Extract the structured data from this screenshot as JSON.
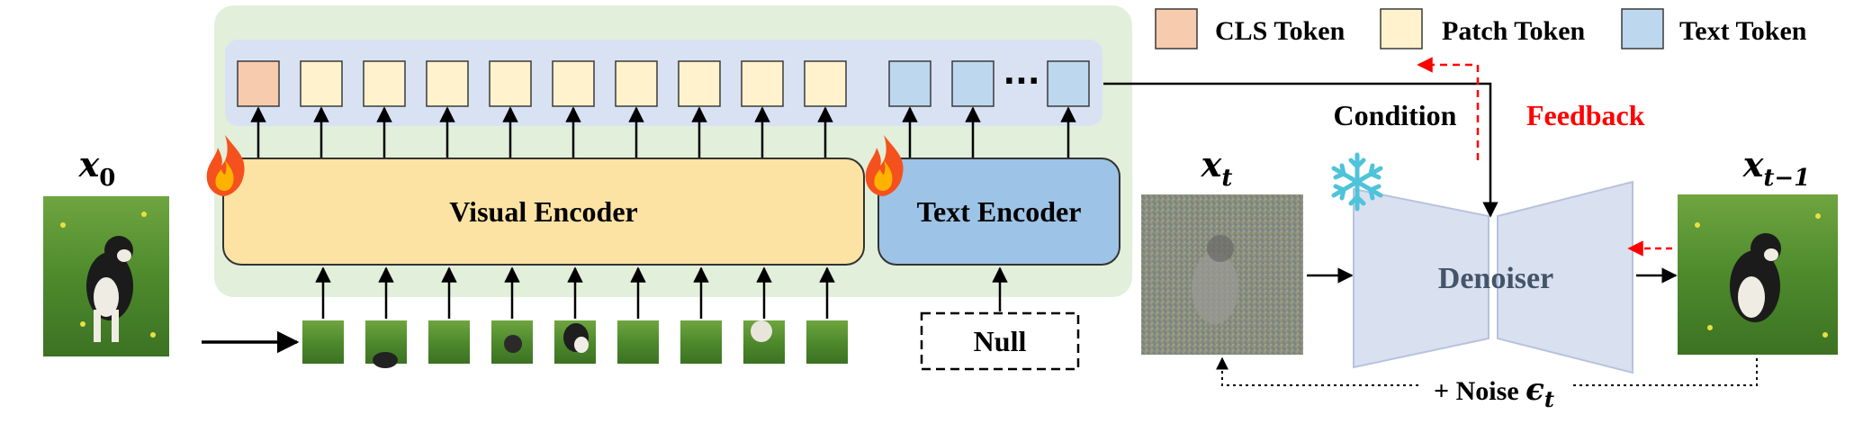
{
  "legend": {
    "cls": "CLS Token",
    "patch": "Patch Token",
    "text": "Text Token"
  },
  "labels": {
    "visual_encoder": "Visual Encoder",
    "text_encoder": "Text Encoder",
    "null": "Null",
    "condition": "Condition",
    "feedback": "Feedback",
    "denoiser": "Denoiser",
    "noise": "+ Noise",
    "ellipsis": "···"
  },
  "math": {
    "x0_base": "x",
    "x0_sub": "0",
    "xt_base": "x",
    "xt_sub": "t",
    "xt1_base": "x",
    "xt1_sub": "t−1",
    "eps_base": "ϵ",
    "eps_sub": "t"
  },
  "colors": {
    "cls_token": "#F7CBAE",
    "patch_token": "#FFF2CC",
    "text_token": "#BDD7EE",
    "visual_encoder": "#FCE3A4",
    "text_encoder": "#9DC3E6",
    "green_panel": "#E2EFDA",
    "token_panel": "#D9E2F3",
    "denoiser": "#D9E0F0",
    "feedback": "#FF0000"
  },
  "icons": {
    "fire": "fire-icon",
    "snowflake": "snowflake-icon"
  }
}
